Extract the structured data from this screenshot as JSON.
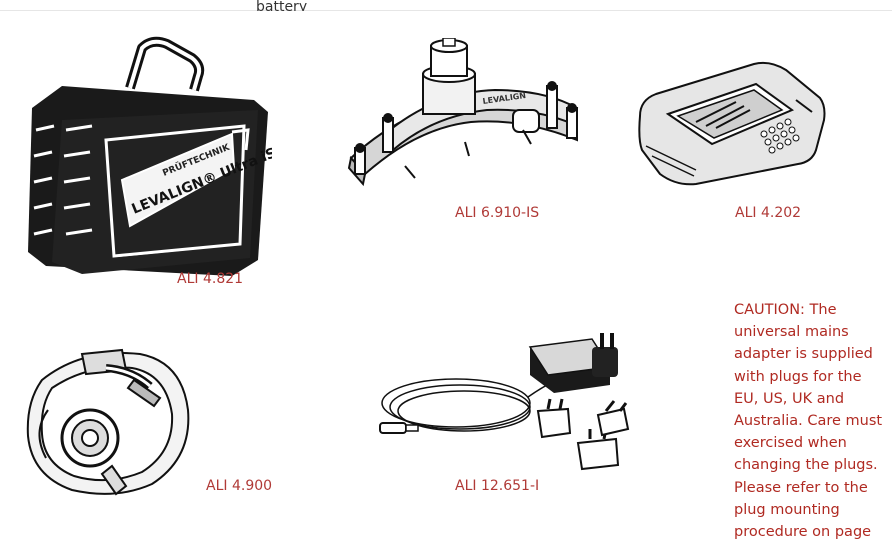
{
  "header": {
    "cut_text": "battery"
  },
  "products": [
    {
      "id": "case",
      "label": "ALI 4.821",
      "case_brand": "PRÜFTECHNIK",
      "case_logo": "LEVALIGN® Ultra iS"
    },
    {
      "id": "bracket",
      "label": "ALI 6.910-IS",
      "bracket_text": "LEVALIGN"
    },
    {
      "id": "computer",
      "label": "ALI 4.202"
    },
    {
      "id": "sensor",
      "label": "ALI 4.900"
    },
    {
      "id": "adapter",
      "label": "ALI 12.651-I"
    }
  ],
  "caution": {
    "text": "CAUTION: The universal mains adapter is supplied with plugs for the EU, US, UK and Australia. Care must exercised when changing the plugs. Please refer to the plug mounting procedure on page"
  },
  "colors": {
    "caption": "#b03a37",
    "caution": "#b02a22"
  }
}
